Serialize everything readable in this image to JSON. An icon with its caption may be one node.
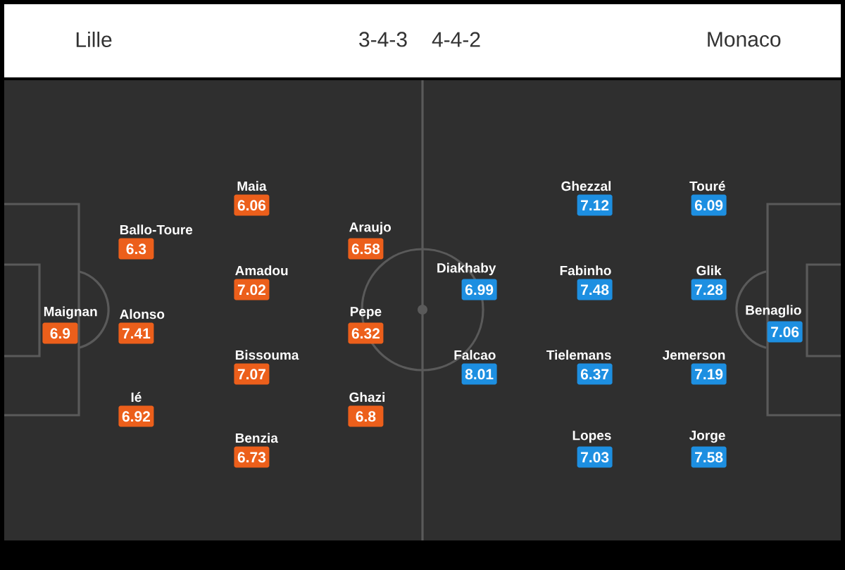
{
  "diagram": {
    "nodes": [
      {
        "text": [
          "Maignan",
          "6.9"
        ]
      },
      {
        "text": [
          "Ballo-Toure",
          "6.3"
        ]
      },
      {
        "text": [
          "Alonso",
          "7.41"
        ]
      },
      {
        "text": [
          "Ié",
          "6.92"
        ]
      },
      {
        "text": [
          "Maia",
          "6.06"
        ]
      },
      {
        "text": [
          "Amadou",
          "7.02"
        ]
      },
      {
        "text": [
          "Bissouma",
          "7.07"
        ]
      },
      {
        "text": [
          "Benzia",
          "6.73"
        ]
      },
      {
        "text": [
          "Araujo",
          "6.58"
        ]
      },
      {
        "text": [
          "Pepe",
          "6.32"
        ]
      },
      {
        "text": [
          "Ghazi",
          "6.8"
        ]
      },
      {
        "text": [
          "Diakhaby",
          "6.99"
        ]
      },
      {
        "text": [
          "Falcao",
          "8.01"
        ]
      },
      {
        "text": [
          "Ghezzal",
          "7.12"
        ]
      },
      {
        "text": [
          "Fabinho",
          "7.48"
        ]
      },
      {
        "text": [
          "Tielemans",
          "6.37"
        ]
      },
      {
        "text": [
          "Lopes",
          "7.03"
        ]
      },
      {
        "text": [
          "Touré",
          "6.09"
        ]
      },
      {
        "text": [
          "Glik",
          "7.28"
        ]
      },
      {
        "text": [
          "Jemerson",
          "7.19"
        ]
      },
      {
        "text": [
          "Jorge",
          "7.58"
        ]
      },
      {
        "text": [
          "Benaglio",
          "7.06"
        ]
      }
    ],
    "labels": [
      "Lille",
      "3-4-3",
      "4-4-2",
      "Monaco"
    ]
  }
}
